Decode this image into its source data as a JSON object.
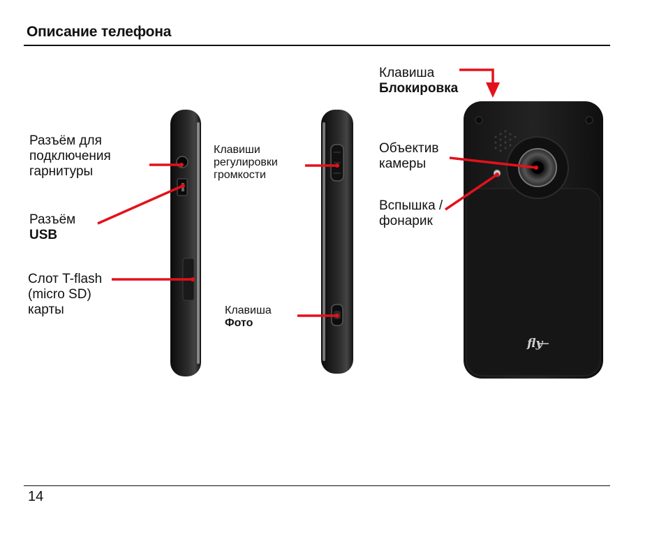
{
  "header": {
    "title": "Описание телефона"
  },
  "footer": {
    "page_number": "14"
  },
  "labels": {
    "headset": [
      "Разъём для",
      "подключения",
      "гарнитуры"
    ],
    "usb": [
      "Разъём",
      "USB"
    ],
    "slot": [
      "Слот T-flash",
      "(micro SD)",
      "карты"
    ],
    "volume": [
      "Клавиши",
      "регулировки",
      "громкости"
    ],
    "photo": [
      "Клавиша",
      "Фото"
    ],
    "lock": [
      "Клавиша",
      "Блокировка"
    ],
    "camera": [
      "Объектив",
      "камеры"
    ],
    "flash": [
      "Вспышка /",
      "фонарик"
    ]
  },
  "brand_logo": "fly",
  "colors": {
    "callout": "#e3111b",
    "phone_body": "#1d1d1d",
    "text": "#111111"
  }
}
